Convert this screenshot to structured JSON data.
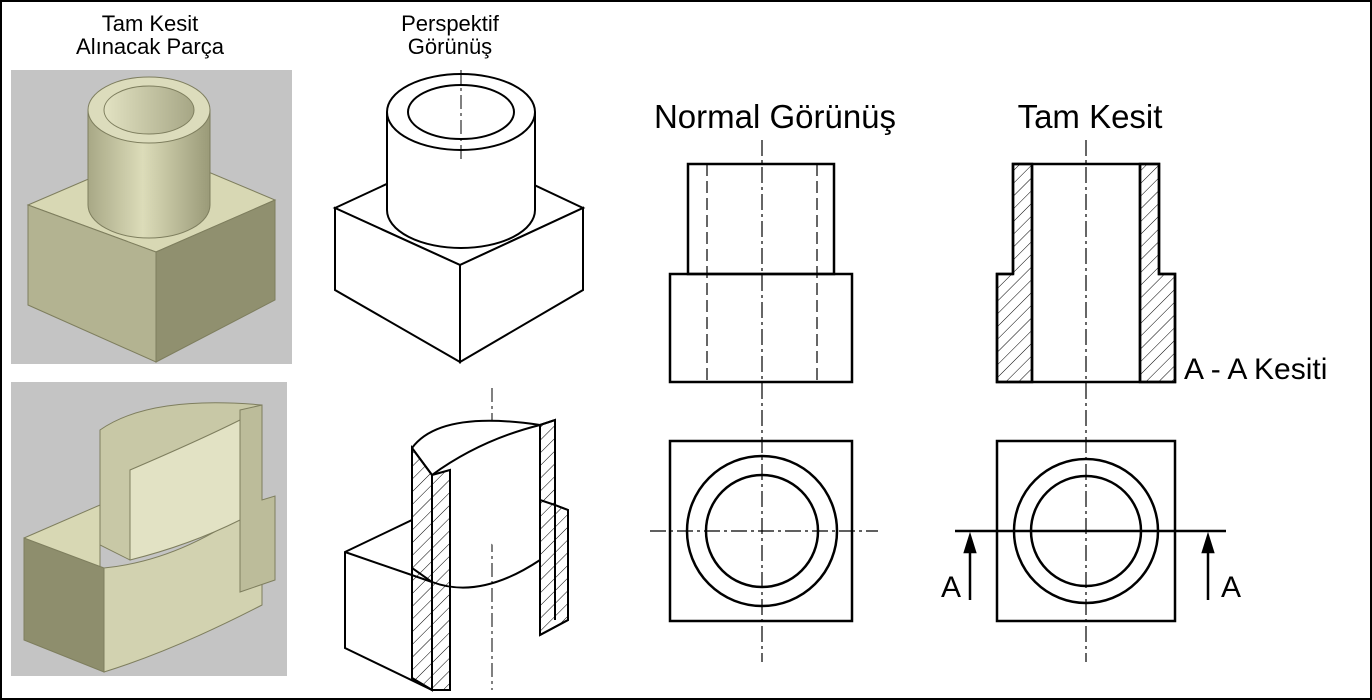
{
  "labels": {
    "piece_title_line1": "Tam Kesit",
    "piece_title_line2": "Alınacak Parça",
    "perspective_line1": "Perspektif",
    "perspective_line2": "Görünüş",
    "normal_view": "Normal Görünüş",
    "full_section": "Tam Kesit",
    "section_caption": "A - A Kesiti",
    "arrow_left": "A",
    "arrow_right": "A"
  },
  "colors": {
    "render_background": "#c4c4c4",
    "body_light": "#dcdcb9",
    "body_mid": "#b5b593",
    "body_dark": "#8e8e6d",
    "line": "#000000"
  }
}
